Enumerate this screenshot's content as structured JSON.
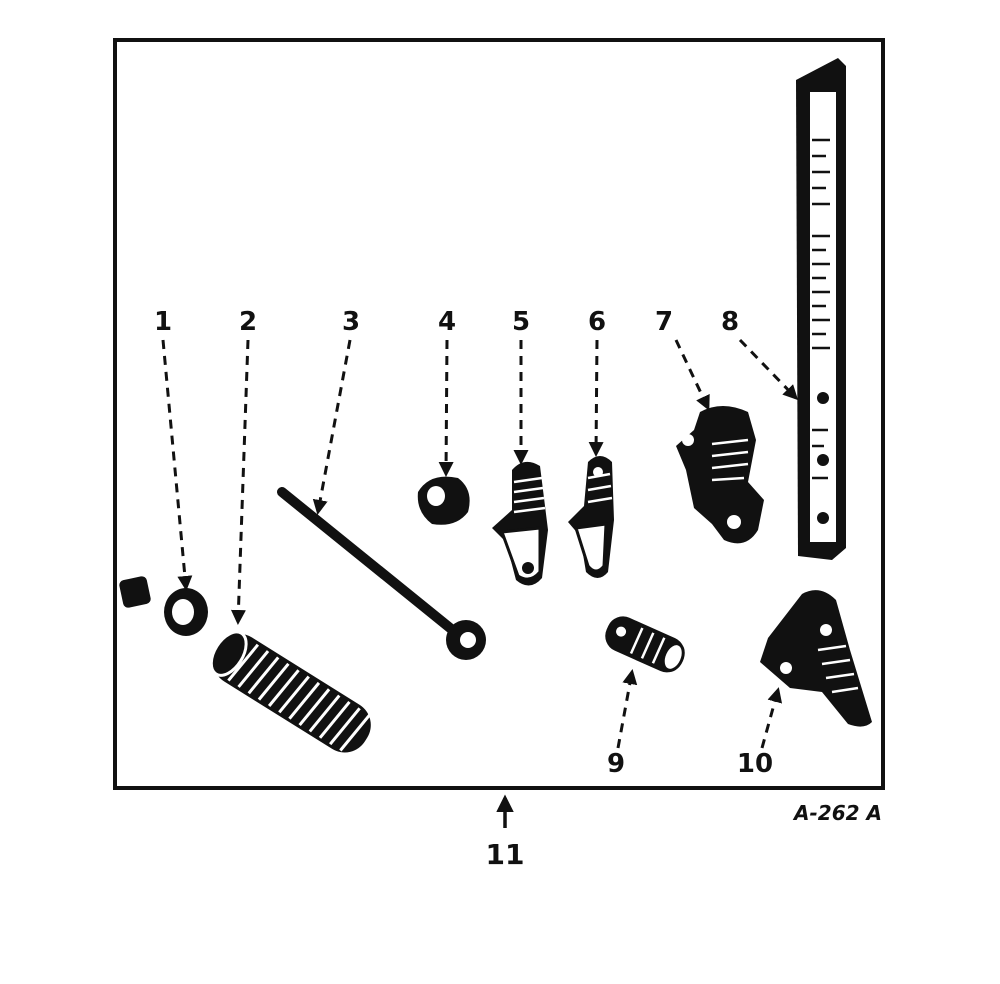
{
  "figure": {
    "reference": "A-262 A",
    "callouts": [
      "1",
      "2",
      "3",
      "4",
      "5",
      "6",
      "7",
      "8",
      "9",
      "10",
      "11"
    ]
  },
  "colors": {
    "ink": "#111111",
    "paper": "#ffffff"
  }
}
